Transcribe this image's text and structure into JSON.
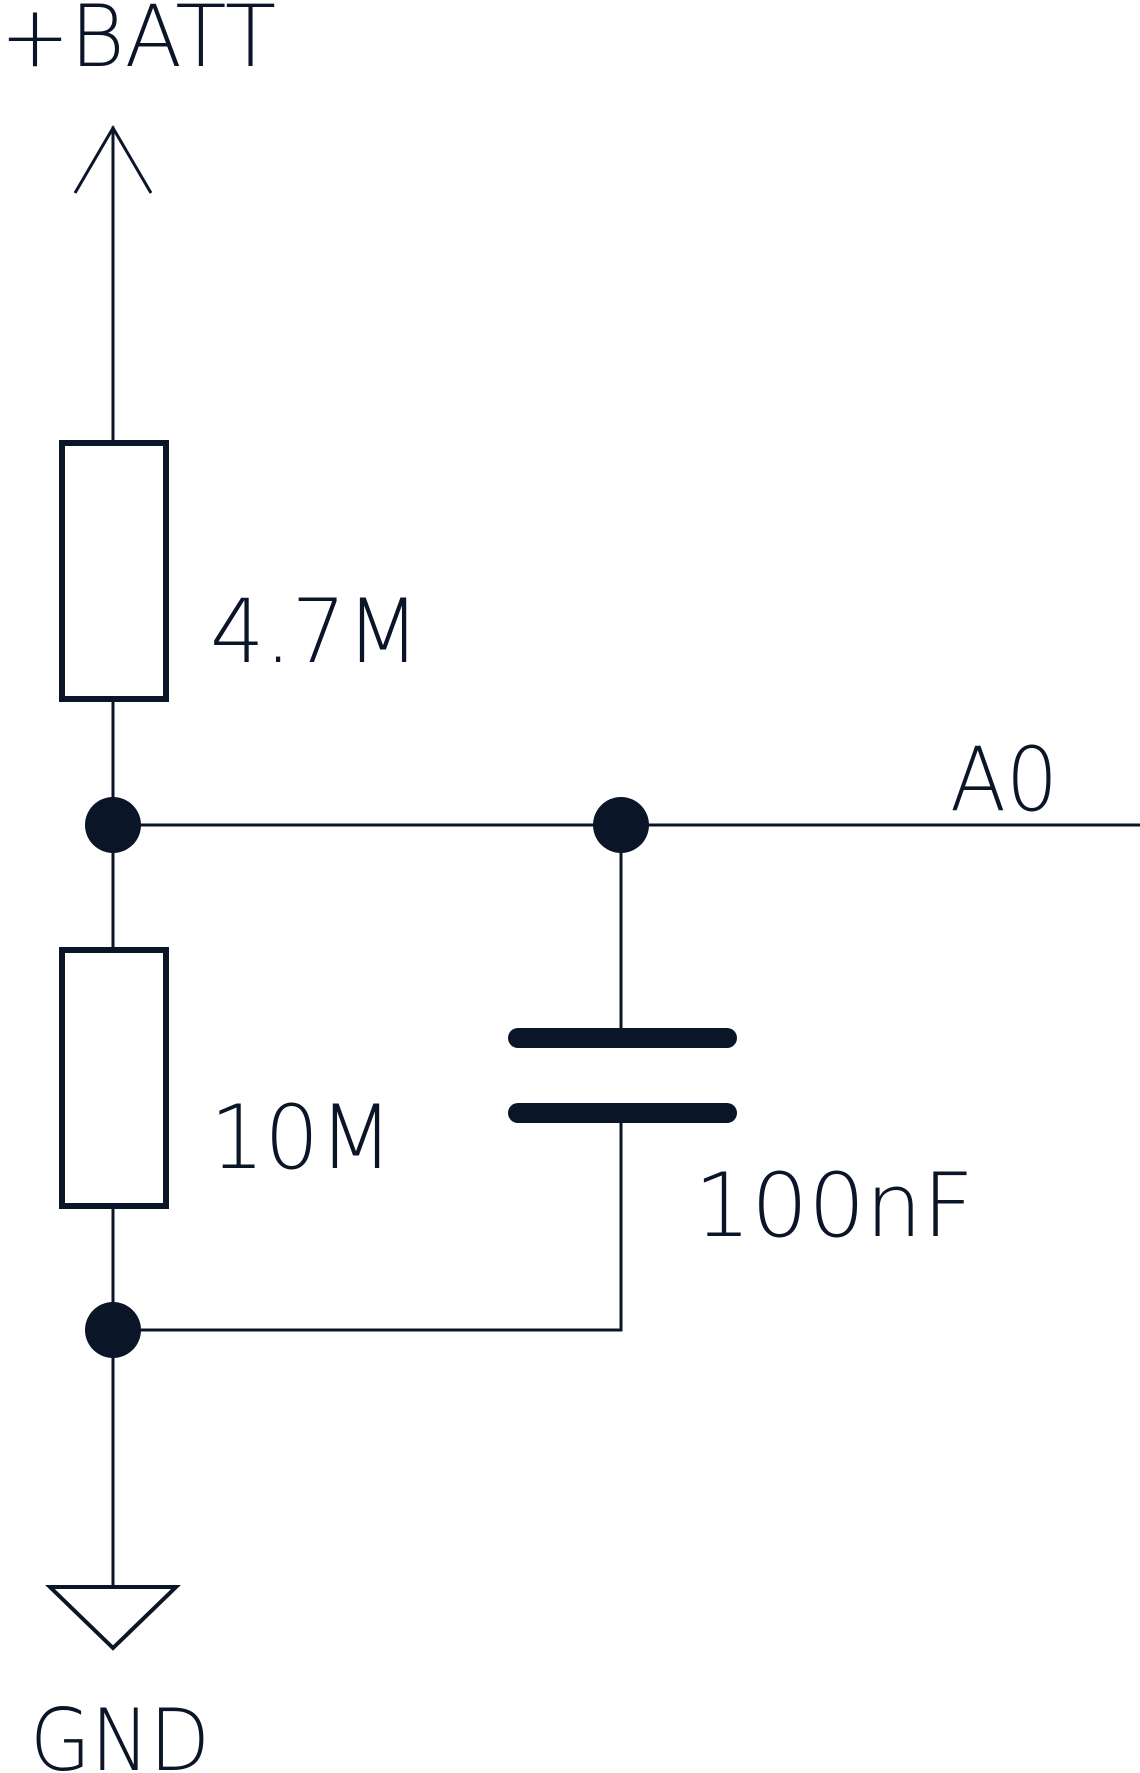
{
  "colors": {
    "ink": "#0b1528",
    "background": "#ffffff"
  },
  "labels": {
    "power": "+BATT",
    "ground": "GND",
    "resistor_top": "4.7M",
    "resistor_bottom": "10M",
    "capacitor": "100nF",
    "net_output": "A0"
  },
  "components": {
    "resistor_top": {
      "type": "resistor",
      "value": "4.7M"
    },
    "resistor_bottom": {
      "type": "resistor",
      "value": "10M"
    },
    "capacitor": {
      "type": "capacitor",
      "value": "100nF"
    },
    "power_symbol": {
      "type": "power-arrow",
      "net": "+BATT"
    },
    "ground_symbol": {
      "type": "ground-triangle",
      "net": "GND"
    }
  }
}
